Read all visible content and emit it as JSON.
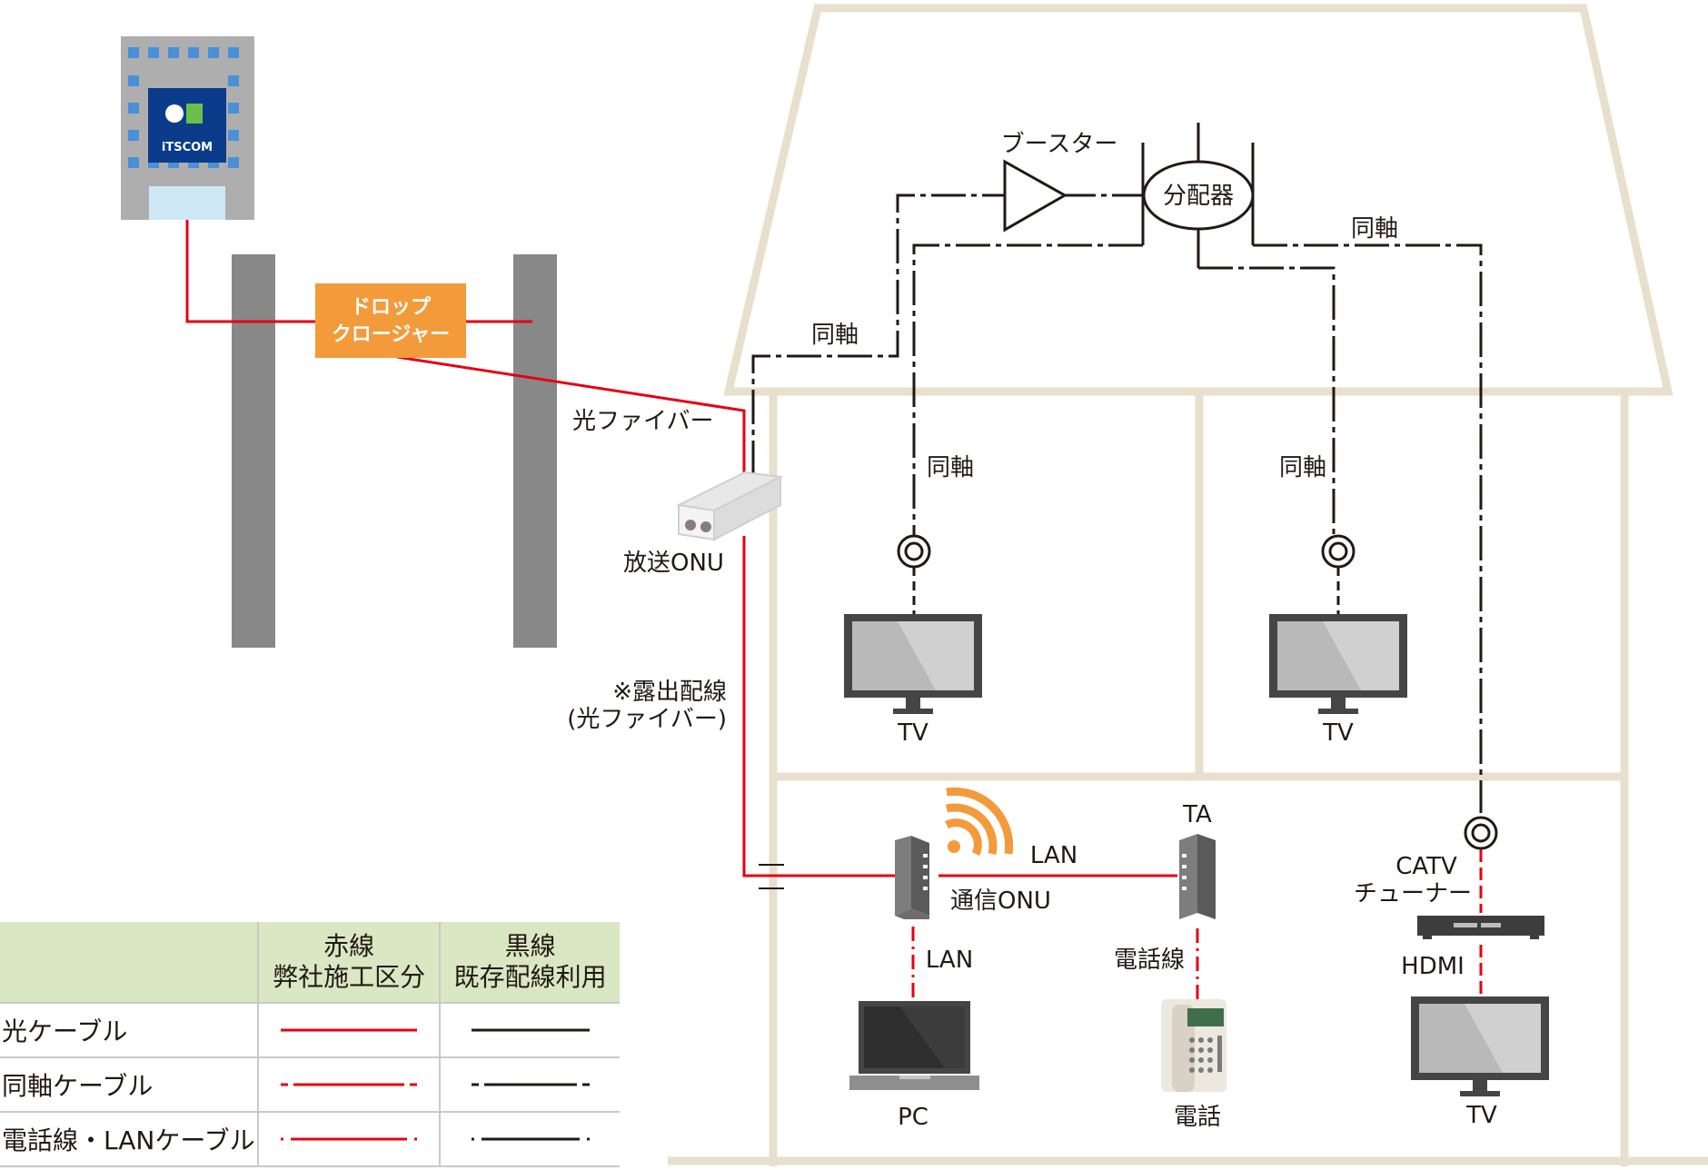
{
  "labels": {
    "drop_closure": [
      "ドロップ",
      "クロージャー"
    ],
    "fiber": "光ファイバー",
    "broadcast_onu": "放送ONU",
    "exposed_wiring": [
      "※露出配線",
      "(光ファイバー)"
    ],
    "booster": "ブースター",
    "distributor": "分配器",
    "coax_left": "同軸",
    "coax_right_top": "同軸",
    "coax_room1": "同軸",
    "coax_room2": "同軸",
    "tv1": "TV",
    "tv2": "TV",
    "tv3": "TV",
    "lan_top": "LAN",
    "comm_onu": "通信ONU",
    "lan_pc": "LAN",
    "ta": "TA",
    "phone_line": "電話線",
    "catv_tuner": [
      "CATV",
      "チューナー"
    ],
    "hdmi": "HDMI",
    "pc": "PC",
    "phone": "電話",
    "logo": "iTSCOM"
  },
  "legend": {
    "headers": [
      "",
      "赤線\n弊社施工区分",
      "黒線\n既存配線利用"
    ],
    "rows": [
      {
        "label": "光ケーブル",
        "style": "solid"
      },
      {
        "label": "同軸ケーブル",
        "style": "dash"
      },
      {
        "label": "電話線・LANケーブル",
        "style": "dot"
      }
    ]
  },
  "colors": {
    "red": "#e60012",
    "black": "#231815",
    "house": "#e6e0cc",
    "pole": "#888888",
    "orange": "#f39a3b",
    "building": "#aeaeae",
    "window": "#4a90d9",
    "logo_bg": "#0b3c8c",
    "legend_header": "#d9e7c2"
  }
}
